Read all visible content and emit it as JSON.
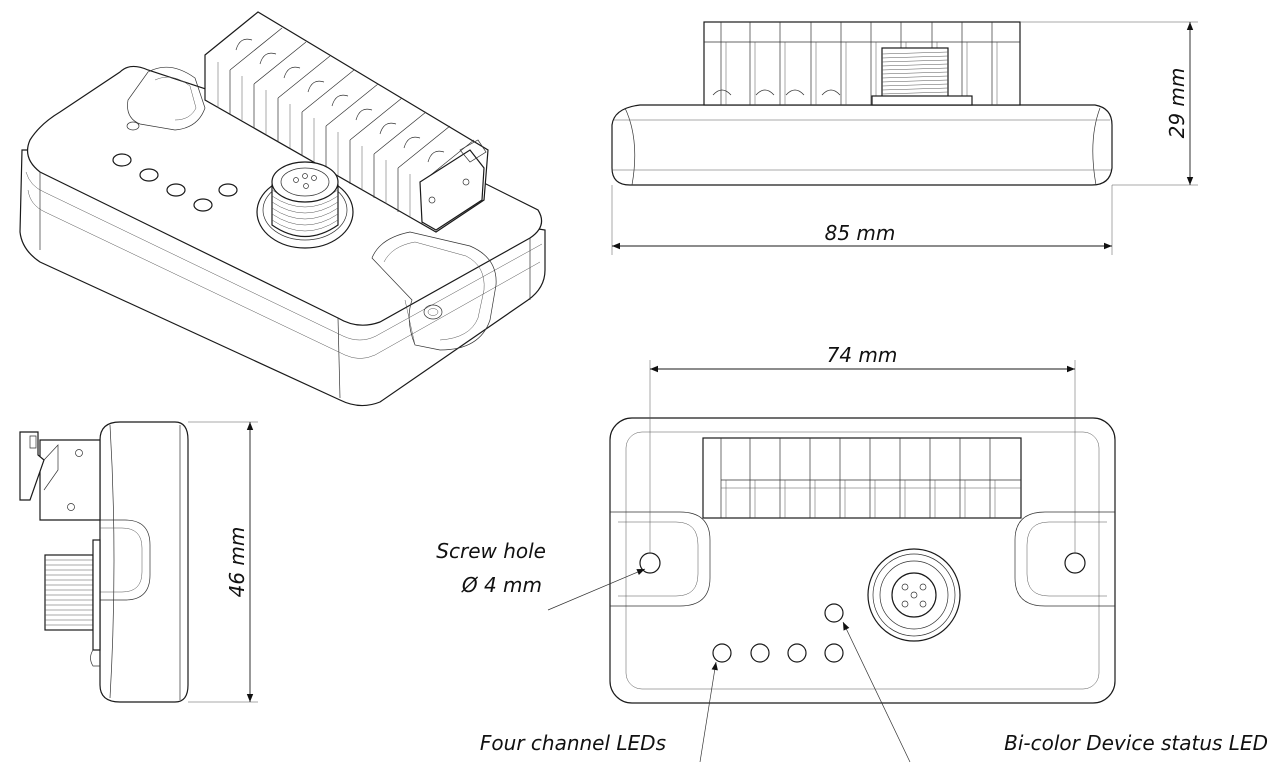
{
  "dimensions": {
    "length": "85 mm",
    "height": "29 mm",
    "width": "46 mm",
    "hole_spacing": "74 mm"
  },
  "callouts": {
    "screw_hole_line1": "Screw hole",
    "screw_hole_line2": "Ø 4 mm",
    "channel_leds": "Four channel LEDs",
    "status_led": "Bi-color Device status LED"
  }
}
